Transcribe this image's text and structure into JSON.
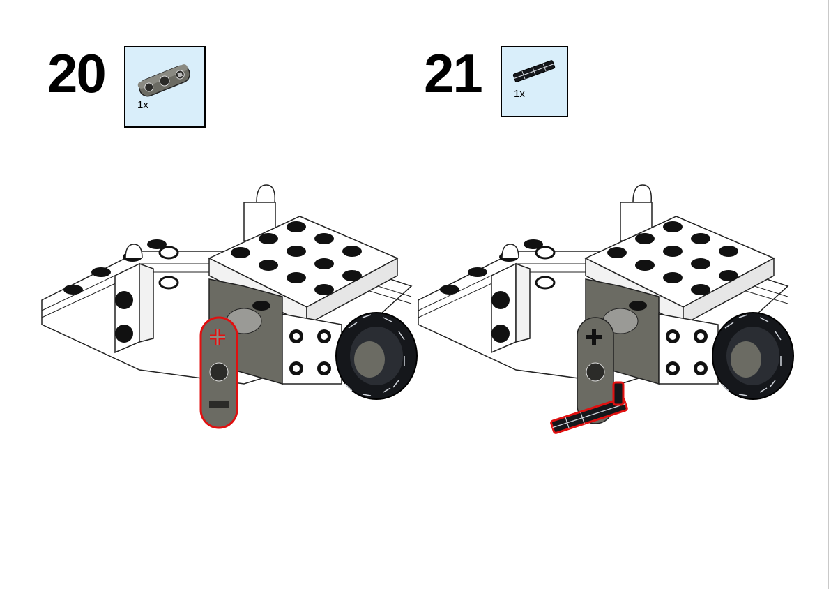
{
  "steps": [
    {
      "number": "20",
      "parts": [
        {
          "quantity": "1x",
          "part_icon": "liftarm-thin-1x3-dark-gray"
        }
      ],
      "model_icon": "assembly-with-red-highlighted-liftarm"
    },
    {
      "number": "21",
      "parts": [
        {
          "quantity": "1x",
          "part_icon": "axle-black"
        }
      ],
      "model_icon": "assembly-with-red-highlighted-axle"
    }
  ],
  "colors": {
    "parts_box_bg": "#d9eefa",
    "highlight": "#e01010",
    "dark_gray": "#6b6b63",
    "black_part": "#15171b"
  }
}
